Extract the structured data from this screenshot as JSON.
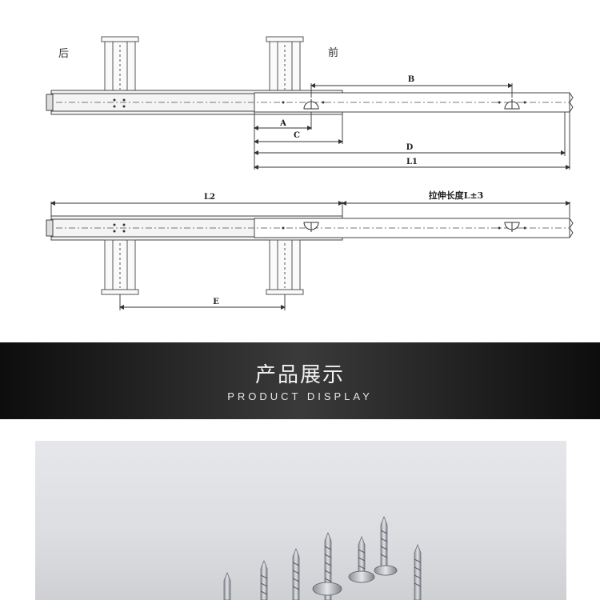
{
  "diagram": {
    "label_rear": "后",
    "label_front": "前",
    "dim_a": "A",
    "dim_b": "B",
    "dim_c": "C",
    "dim_d": "D",
    "dim_l1": "L1",
    "dim_l2": "L2",
    "dim_e": "E",
    "extension_label": "拉伸长度L±3"
  },
  "banner": {
    "title": "产品展示",
    "subtitle": "PRODUCT DISPLAY"
  },
  "colors": {
    "banner_dark": "#0d0d0d",
    "banner_mid": "#3a3a3a",
    "photo_bg": "#dcdde0",
    "screw_metal": "#b9bcc2"
  },
  "photo": {
    "subject": "screws-icon"
  }
}
